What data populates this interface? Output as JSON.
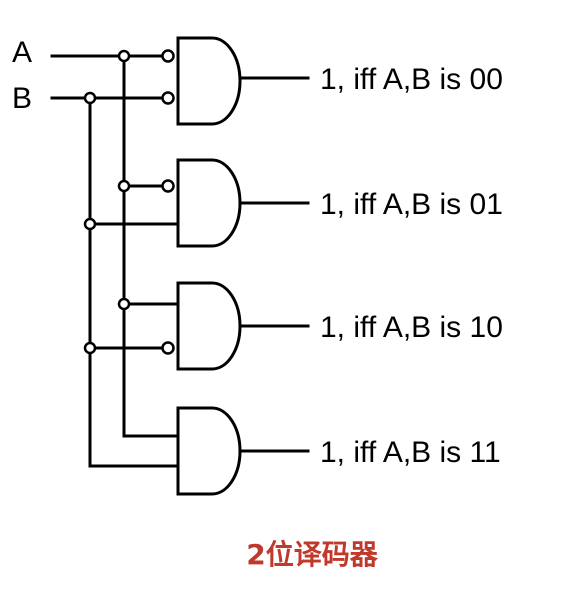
{
  "inputs": {
    "a": "A",
    "b": "B"
  },
  "outputs": [
    {
      "label": "1, iff A,B is 00"
    },
    {
      "label": "1, iff A,B is 01"
    },
    {
      "label": "1, iff A,B is 10"
    },
    {
      "label": "1, iff A,B is 11"
    }
  ],
  "caption": "2位译码器",
  "colors": {
    "line": "#000000",
    "caption": "#c0392b",
    "background": "#ffffff"
  }
}
